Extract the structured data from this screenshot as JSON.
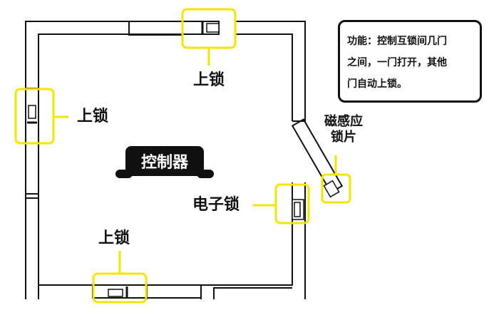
{
  "labels": {
    "top_lock": "上锁",
    "left_lock": "上锁",
    "bottom_lock": "上锁",
    "electronic_lock": "电子锁",
    "magnetic_sensor_line1": "磁感应",
    "magnetic_sensor_line2": "锁片",
    "controller": "控制器"
  },
  "info_box": {
    "line1": "功能：控制互锁间几门",
    "line2": "之间，一门打开，其他",
    "line3": "门自动上锁。"
  },
  "colors": {
    "wall": "#111111",
    "highlight": "#f2e600",
    "controller_bg": "#111111",
    "controller_text": "#ffffff"
  }
}
